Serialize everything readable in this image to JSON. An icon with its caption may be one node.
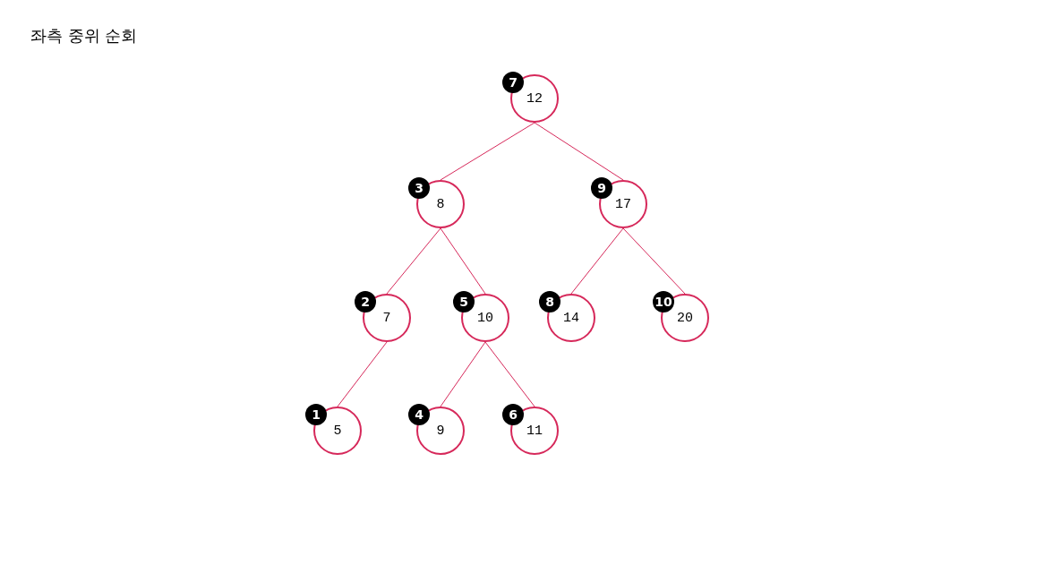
{
  "diagram": {
    "title": "좌측 중위 순회",
    "nodes": [
      {
        "text": [
          "7",
          "12"
        ]
      },
      {
        "text": [
          "3",
          "8"
        ]
      },
      {
        "text": [
          "9",
          "17"
        ]
      },
      {
        "text": [
          "2",
          "7"
        ]
      },
      {
        "text": [
          "5",
          "10"
        ]
      },
      {
        "text": [
          "8",
          "14"
        ]
      },
      {
        "text": [
          "10",
          "20"
        ]
      },
      {
        "text": [
          "1",
          "5"
        ]
      },
      {
        "text": [
          "4",
          "9"
        ]
      },
      {
        "text": [
          "6",
          "11"
        ]
      }
    ],
    "edges": [
      {
        "from": 0,
        "to": 1,
        "arrow": "none"
      },
      {
        "from": 0,
        "to": 2,
        "arrow": "none"
      },
      {
        "from": 1,
        "to": 3,
        "arrow": "none"
      },
      {
        "from": 1,
        "to": 4,
        "arrow": "none"
      },
      {
        "from": 2,
        "to": 5,
        "arrow": "none"
      },
      {
        "from": 2,
        "to": 6,
        "arrow": "none"
      },
      {
        "from": 3,
        "to": 7,
        "arrow": "none"
      },
      {
        "from": 4,
        "to": 8,
        "arrow": "none"
      },
      {
        "from": 4,
        "to": 9,
        "arrow": "none"
      }
    ]
  }
}
